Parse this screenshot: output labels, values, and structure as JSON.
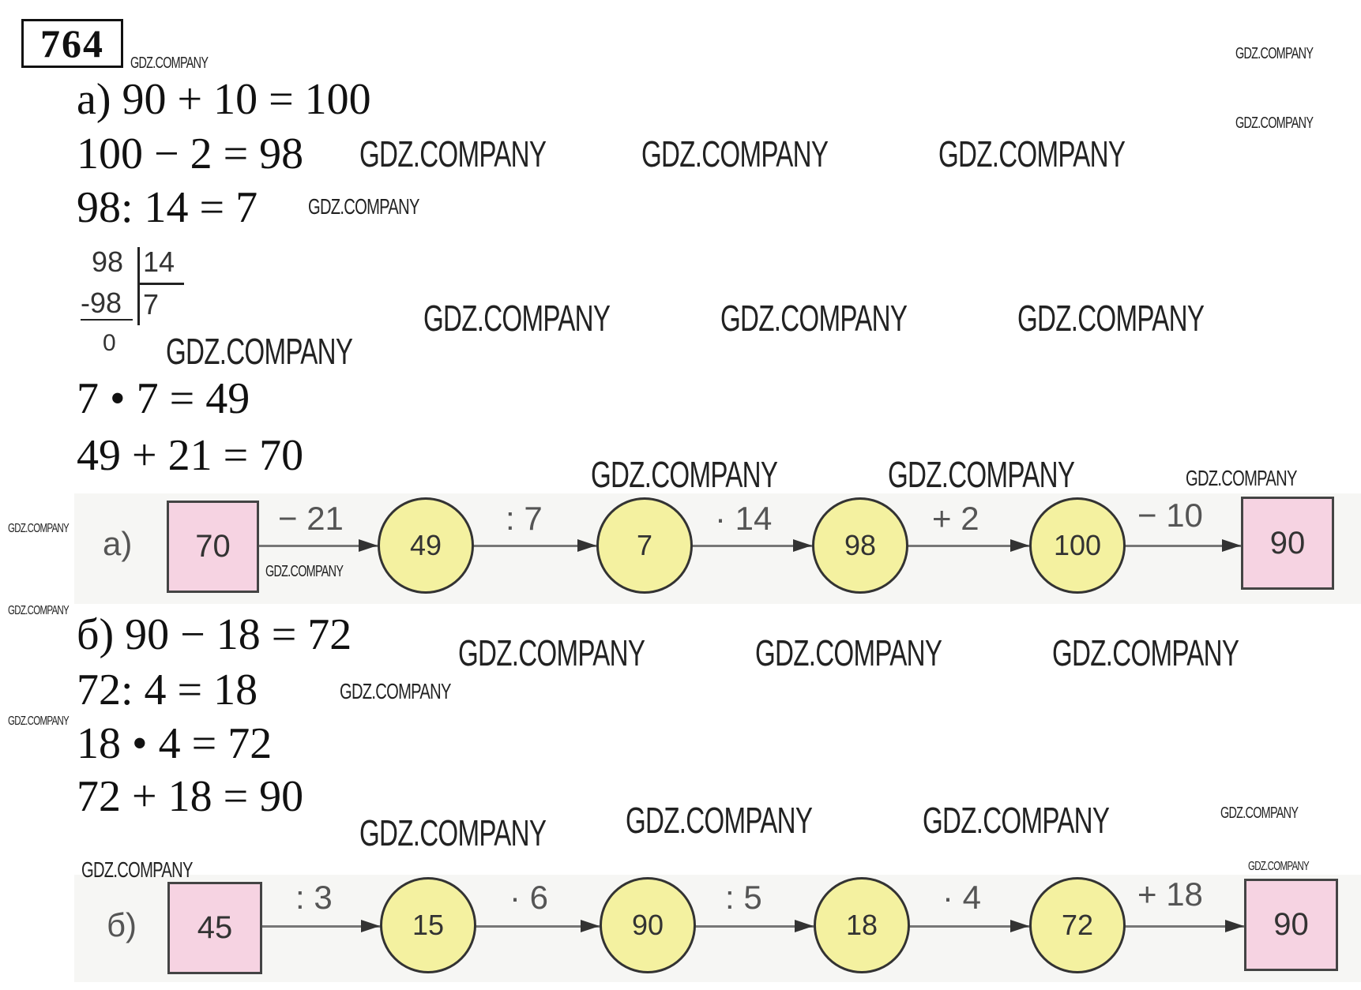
{
  "problem_number": "764",
  "part_a": {
    "equations": [
      "а) 90 + 10 = 100",
      "100 − 2 = 98",
      "98: 14 = 7",
      "7 • 7 = 49",
      "49 + 21 = 70"
    ],
    "long_division": {
      "dividend": "98",
      "divisor": "14",
      "subtract": "-98",
      "quotient": "7",
      "remainder": "0"
    },
    "diagram": {
      "label": "а)",
      "start": "70",
      "operations": [
        "− 21",
        ": 7",
        "· 14",
        "+ 2",
        "− 10"
      ],
      "nodes": [
        "49",
        "7",
        "98",
        "100"
      ],
      "end": "90"
    }
  },
  "part_b": {
    "equations": [
      "б) 90 − 18 = 72",
      "72: 4 = 18",
      "18 • 4 = 72",
      "72 + 18 = 90"
    ],
    "diagram": {
      "label": "б)",
      "start": "45",
      "operations": [
        ": 3",
        "· 6",
        ": 5",
        "· 4",
        "+ 18"
      ],
      "nodes": [
        "15",
        "90",
        "18",
        "72"
      ],
      "end": "90"
    }
  },
  "watermark": "GDZ.COMPANY",
  "colors": {
    "square": "#f6d3e2",
    "circle": "#f4f1a0"
  }
}
